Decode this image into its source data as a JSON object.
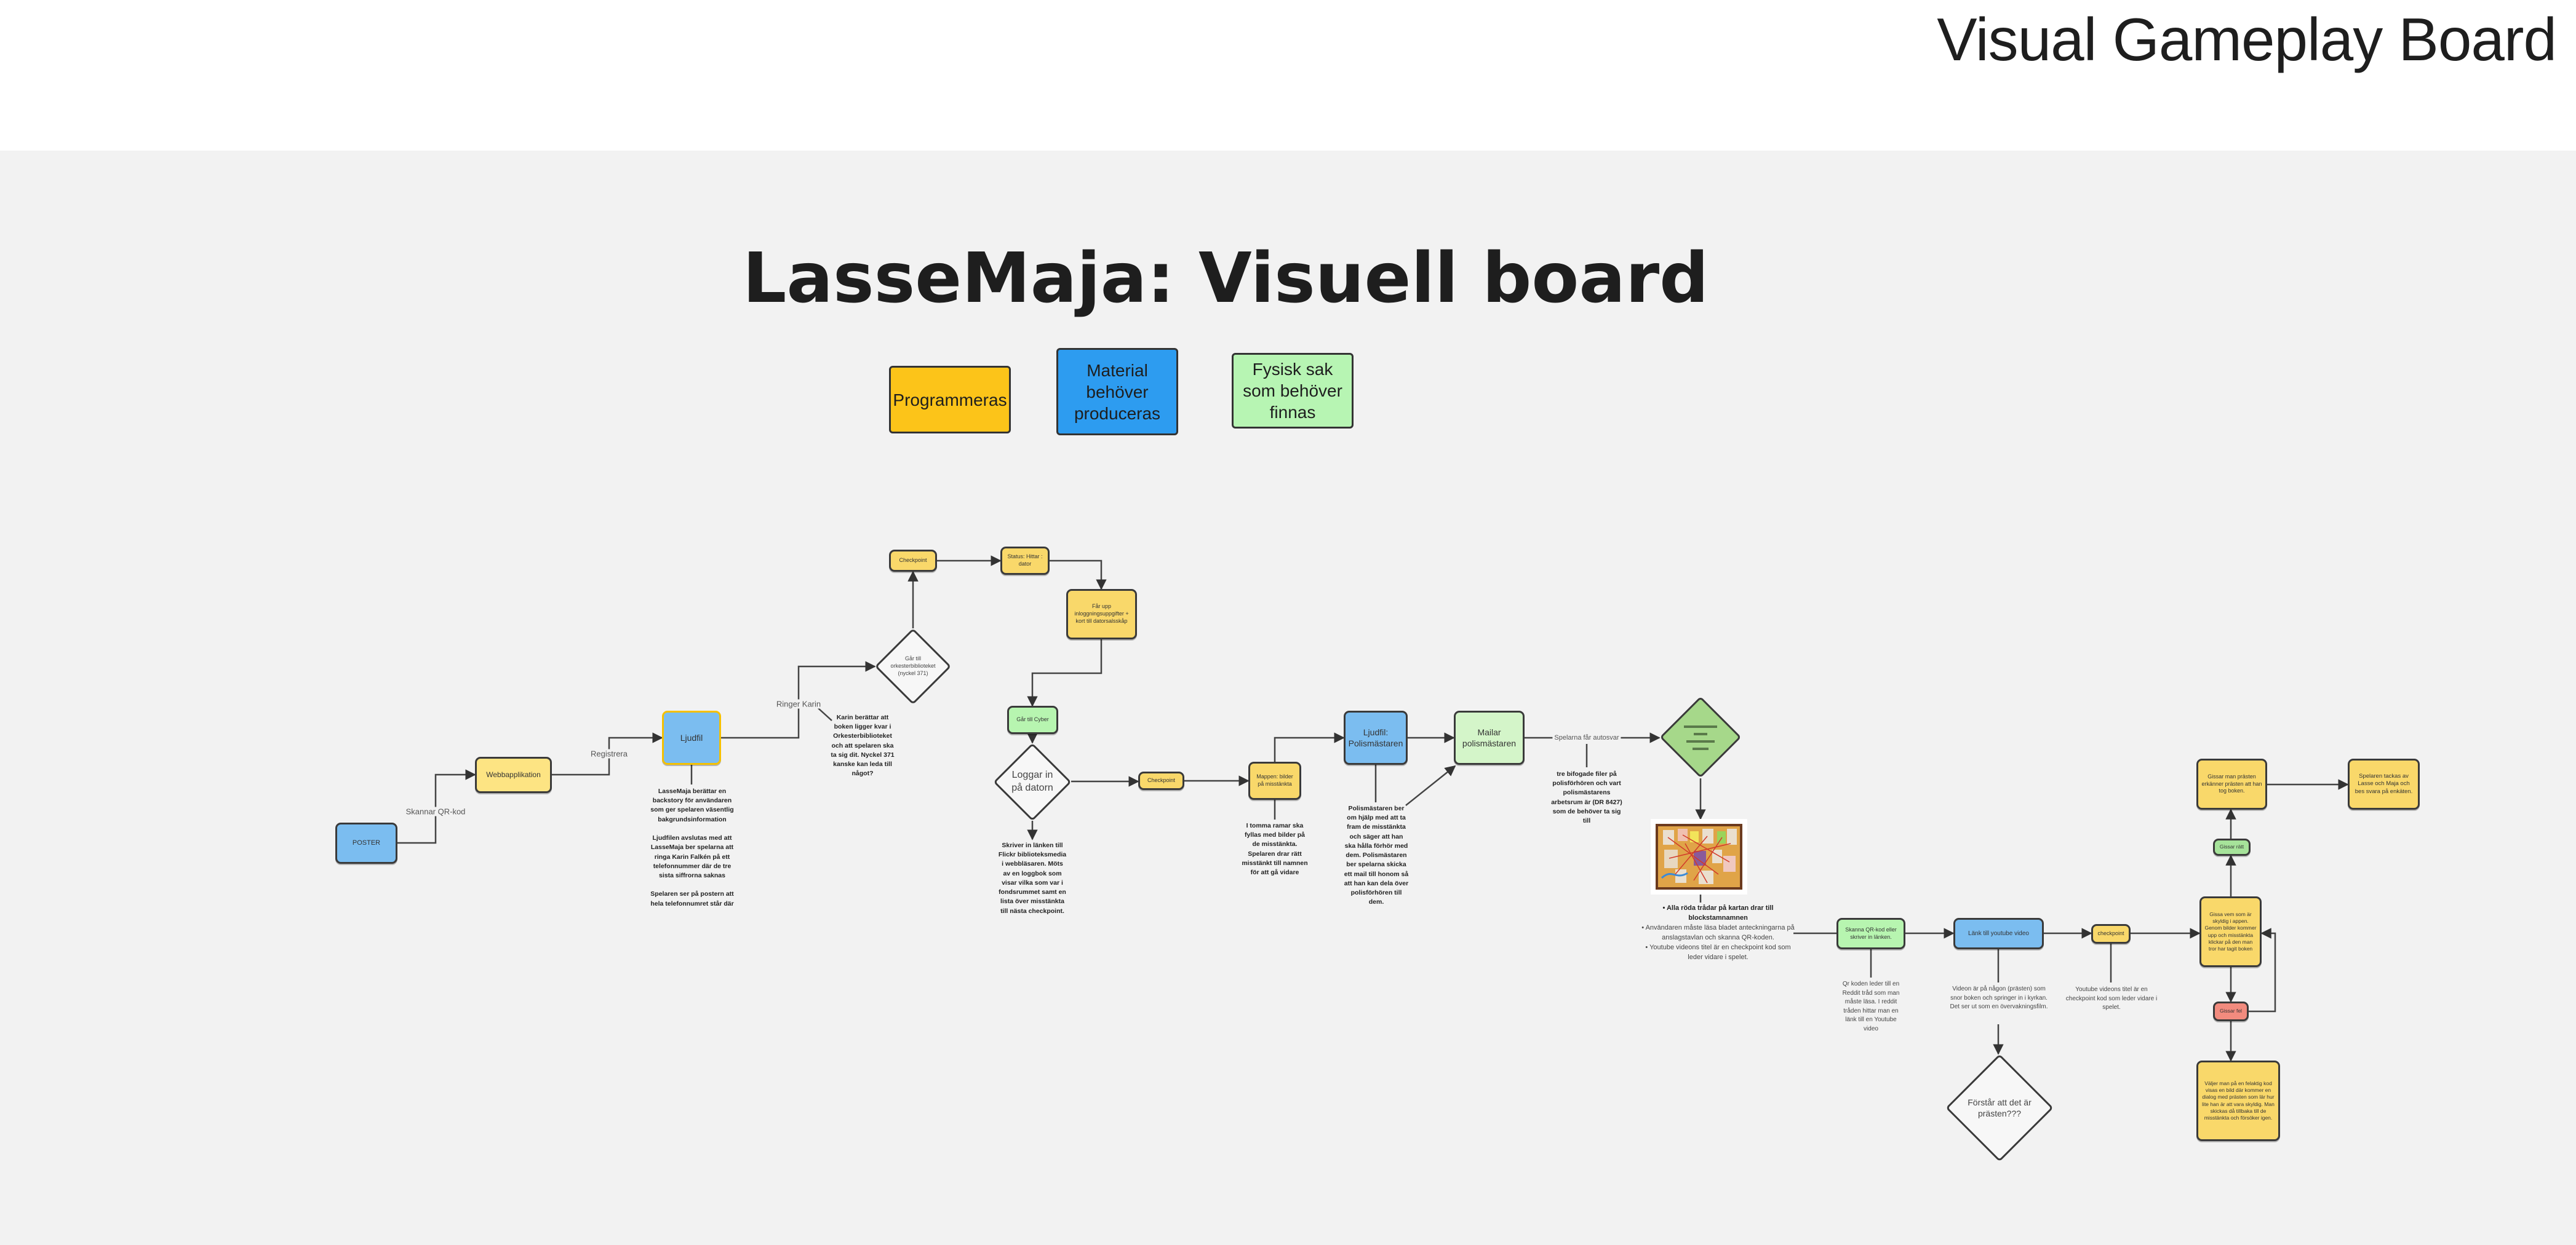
{
  "header": {
    "title": "Visual Gameplay Board"
  },
  "board": {
    "title": "LasseMaja: Visuell board"
  },
  "legend": [
    {
      "label": "Programmeras",
      "color": "#fcc419"
    },
    {
      "label": "Material behöver produceras",
      "color": "#2d9cf0"
    },
    {
      "label": "Fysisk sak som behöver finnas",
      "color": "#b7f5b3"
    }
  ],
  "nodes": {
    "poster": "POSTER",
    "webapp": "Webbapplikation",
    "ljudfil": "Ljudfil",
    "orkester": "Går till orkesterbiblioteket (nyckel 371)",
    "checkpoint1": "Checkpoint",
    "status": "Status: Hittar : dator",
    "inlogg": "Får upp inloggningsuppgifter + kort till datorsalsskåp",
    "cyber": "Går till Cyber",
    "loggar": "Loggar in på datorn",
    "checkpoint2": "Checkpoint",
    "mappen": "Mappen: bilder på misstänkta",
    "ljudfil_polis": "Ljudfil: Polismästaren",
    "mailar": "Mailar polismästaren",
    "skanna": "Skanna QR-kod eller skriver in länken.",
    "youtube": "Länk till youtube video",
    "prasten": "Förstår att det är prästen???",
    "checkpoint3": "checkpoint",
    "gissa": "Gissa vem som är skyldig i appen. Genom bilder kommer upp och misstänkta klickar på den man tror har tagit boken",
    "gissar_fel": "Gissar fel",
    "fel_box": "Väljer man på en felaktig kod visas en bild där kommer en dialog med prästen som lär hur lite han är att vara skyldig. Man skickas då tillbaka till de misstänkta och försöker igen.",
    "gissar_ratt": "Gissar rätt",
    "ratt_box": "Gissar man prästen erkänner prästen att han tog boken.",
    "tackas": "Spelaren tackas av Lasse och Maja och bes svara på enkäten."
  },
  "edge_labels": {
    "qr": "Skannar QR-kod",
    "registrera": "Registrera",
    "ringer": "Ringer Karin",
    "autosvar": "Spelarna får autosvar"
  },
  "notes": {
    "ljudfil": [
      "LasseMaja berättar en backstory för användaren som ger spelaren väsentlig bakgrundsinformation",
      "Ljudfilen avslutas med att LasseMaja ber spelarna att ringa Karin Falkén på ett telefonnummer där de tre sista siffrorna saknas",
      "Spelaren ser på postern att hela telefonnumret står där"
    ],
    "karin": "Karin berättar att boken ligger kvar i Orkesterbiblioteket och att spelaren ska ta sig dit. Nyckel 371 kanske kan leda till något?",
    "loggar": "Skriver in länken till Flickr biblioteksmedia i webbläsaren. Möts av en loggbok som visar vilka som var i fondsrummet samt en lista över misstänkta till nästa checkpoint.",
    "mappen": "I tomma ramar ska fyllas med bilder på de misstänkta. Spelaren drar rätt misstänkt till namnen för att gå vidare",
    "polis": "Polismästaren ber om hjälp med att ta fram de misstänkta och säger att han ska hålla förhör med dem. Polismästaren ber spelarna skicka ett mail till honom så att han kan dela över polisförhören till dem.",
    "autosvar": "tre bifogade filer på polisförhören och vart polismästarens arbetsrum är (DR 8427) som de behöver ta sig till",
    "karta": [
      "Alla röda trådar på kartan drar till blockstamnamnen",
      "Användaren måste läsa bladet anteckningarna på anslagstavlan och skanna QR-koden.",
      "Youtube videons titel är en checkpoint kod som leder vidare i spelet."
    ],
    "reddit": "Qr koden leder till en Reddit tråd som man måste läsa. I reddit tråden hittar man en länk till en Youtube video",
    "video": "Videon är på någon (prästen) som snor boken och springer in i kyrkan. Det ser ut som en övervakningsfilm.",
    "checkpoint3": "Youtube videons titel är en checkpoint kod som leder vidare i spelet."
  },
  "icons": {
    "filter_diamond": "lines-icon",
    "corkboard": "corkboard-image"
  }
}
